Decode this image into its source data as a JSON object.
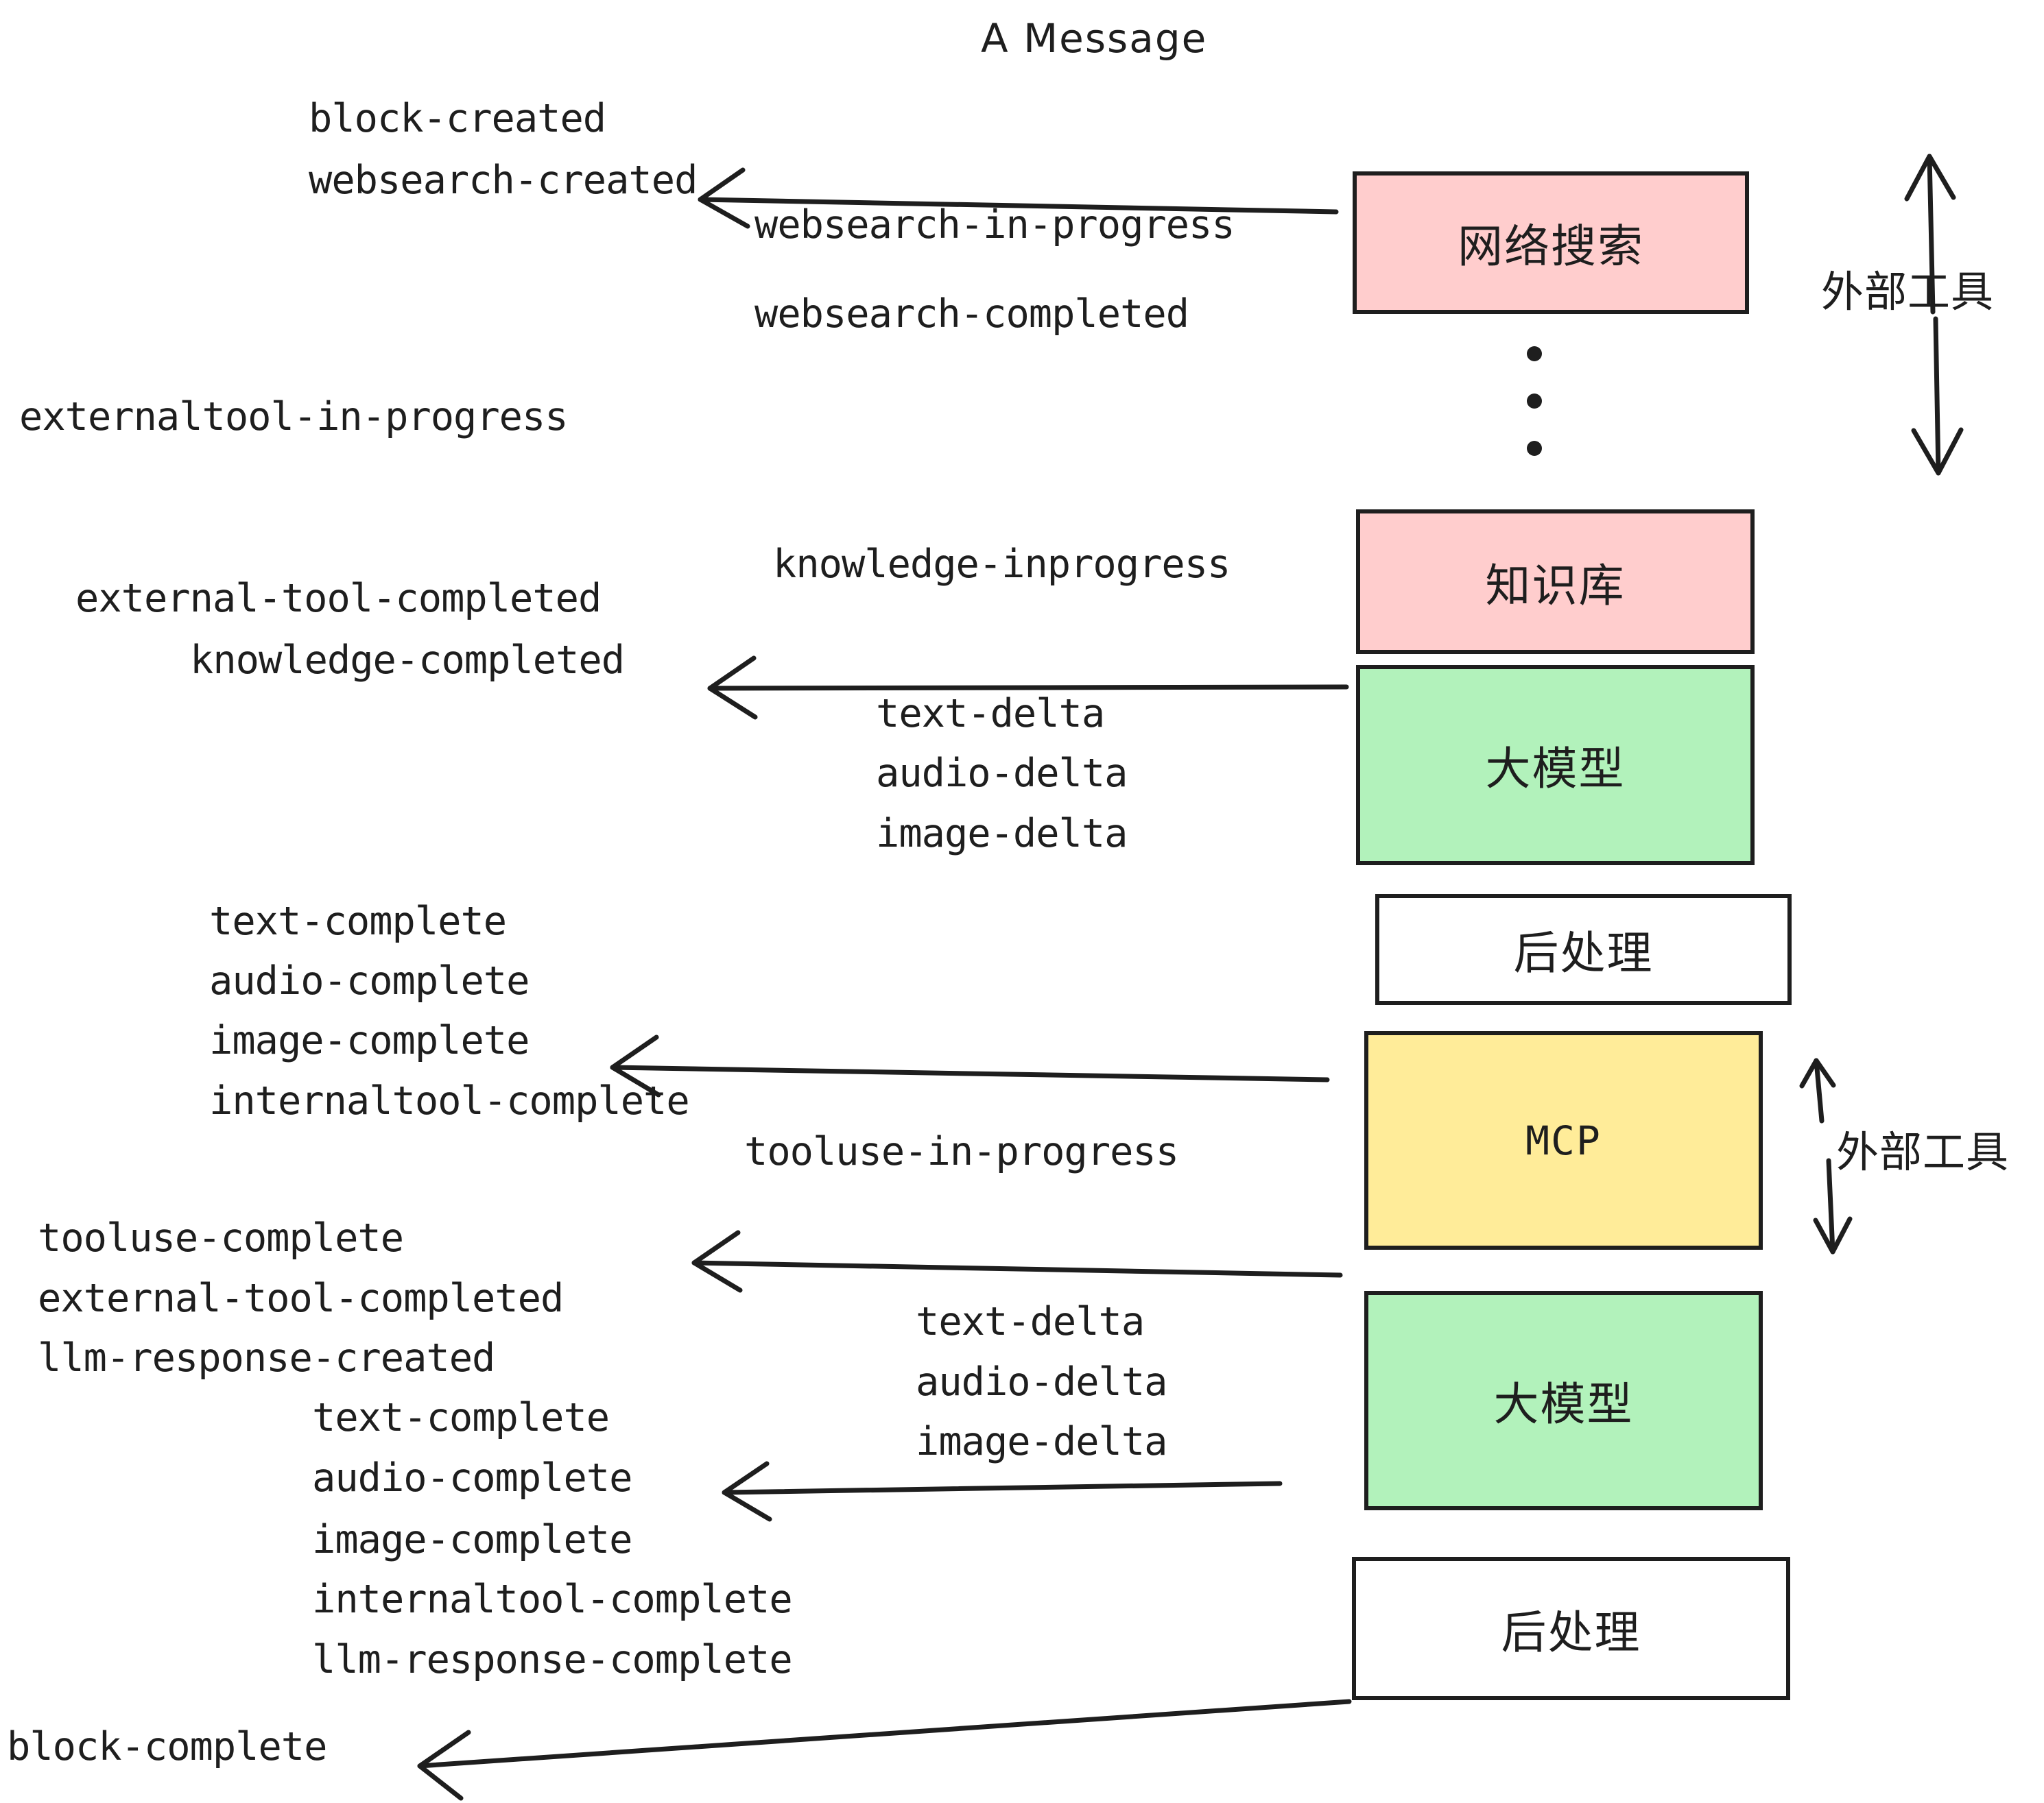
{
  "title": "A Message",
  "colors": {
    "stroke": "#1e1e1e",
    "pink": "#ffcdcd",
    "green": "#b2f2bb",
    "yellow": "#ffec99",
    "white": "#ffffff",
    "background": "#ffffff"
  },
  "nodes": [
    {
      "id": "websearch",
      "label": "网络搜索",
      "fill": "#ffcdcd",
      "mono": false
    },
    {
      "id": "knowledge",
      "label": "知识库",
      "fill": "#ffcdcd",
      "mono": false
    },
    {
      "id": "llm-top",
      "label": "大模型",
      "fill": "#b2f2bb",
      "mono": false
    },
    {
      "id": "postprocess-top",
      "label": "后处理",
      "fill": "#ffffff",
      "mono": false
    },
    {
      "id": "mcp",
      "label": "MCP",
      "fill": "#ffec99",
      "mono": true
    },
    {
      "id": "llm-bottom",
      "label": "大模型",
      "fill": "#b2f2bb",
      "mono": false
    },
    {
      "id": "postprocess-bottom",
      "label": "后处理",
      "fill": "#ffffff",
      "mono": false
    }
  ],
  "side_labels": [
    {
      "id": "external-tools-top",
      "text": "外部工具"
    },
    {
      "id": "external-tools-bottom",
      "text": "外部工具"
    }
  ],
  "events": {
    "block_created": "block-created",
    "websearch_created": "websearch-created",
    "websearch_in_progress": "websearch-in-progress",
    "websearch_completed": "websearch-completed",
    "externaltool_in_progress": "externaltool-in-progress",
    "knowledge_inprogress": "knowledge-inprogress",
    "external_tool_completed_1": "external-tool-completed",
    "knowledge_completed": "knowledge-completed",
    "text_delta_1": "text-delta",
    "audio_delta_1": "audio-delta",
    "image_delta_1": "image-delta",
    "text_complete_1": "text-complete",
    "audio_complete_1": "audio-complete",
    "image_complete_1": "image-complete",
    "internaltool_complete_1": "internaltool-complete",
    "tooluse_in_progress": "tooluse-in-progress",
    "tooluse_complete": "tooluse-complete",
    "external_tool_completed_2": "external-tool-completed",
    "llm_response_created": "llm-response-created",
    "text_delta_2": "text-delta",
    "audio_delta_2": "audio-delta",
    "image_delta_2": "image-delta",
    "text_complete_2": "text-complete",
    "audio_complete_2": "audio-complete",
    "image_complete_2": "image-complete",
    "internaltool_complete_2": "internaltool-complete",
    "llm_response_complete": "llm-response-complete",
    "block_complete": "block-complete"
  }
}
